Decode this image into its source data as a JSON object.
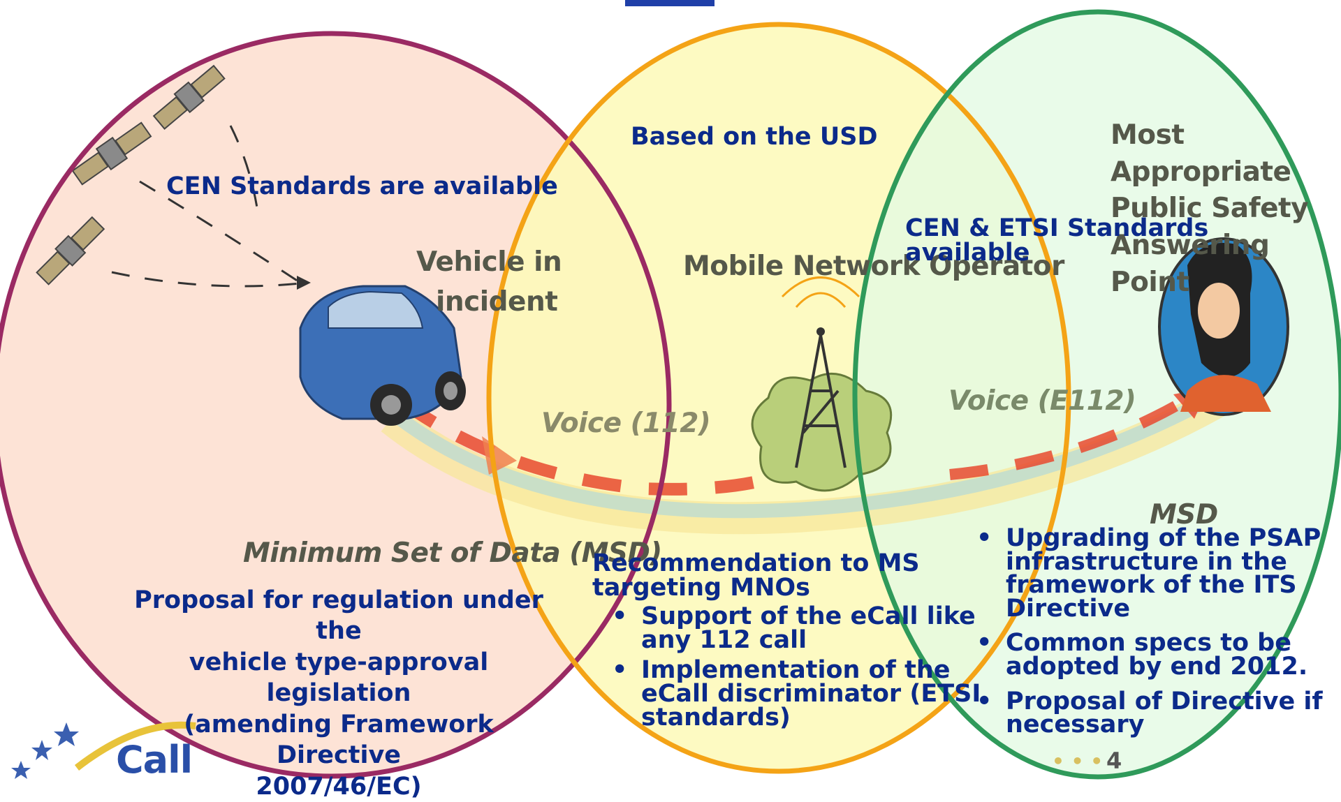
{
  "header_accent_color": "#1f3fa8",
  "circles": {
    "vehicle": {
      "fill": "#fde3d6",
      "stroke": "#9a2a63"
    },
    "network": {
      "fill": "#fdf9b9",
      "stroke": "#f4a316"
    },
    "psap": {
      "fill": "#e3fae3",
      "stroke": "#2f9a5a"
    }
  },
  "illustration": {
    "vehicle_label_line1": "Vehicle in",
    "vehicle_label_line2": "incident",
    "operator_label": "Mobile Network Operator",
    "psap_label_line1": "Most Appropriate",
    "psap_label_line2": "Public Safety",
    "psap_label_line3": "Answering Point",
    "voice_left": "Voice (112)",
    "voice_right": "Voice (E112)",
    "msd_right": "MSD",
    "msd_left": "Minimum Set of Data (MSD)"
  },
  "vehicle_section": {
    "standards": "CEN Standards are available",
    "proposal_line1": "Proposal for regulation under the",
    "proposal_line2": "vehicle type-approval legislation",
    "proposal_line3": "(amending Framework Directive",
    "proposal_line4": "2007/46/EC)"
  },
  "network_section": {
    "basis": "Based on the USD",
    "recommendation_line1": "Recommendation to MS",
    "recommendation_line2": "targeting MNOs",
    "bullets": [
      {
        "line1": "Support of the eCall like",
        "line2": "any 112 call"
      },
      {
        "line1": "Implementation of the",
        "line2": "eCall discriminator  (ETSI",
        "line3": "standards)"
      }
    ]
  },
  "psap_section": {
    "standards": "CEN & ETSI Standards available",
    "bullets": [
      {
        "line1": "Upgrading of the PSAP",
        "line2": "infrastructure in the",
        "line3": "framework of the ITS",
        "line4": "Directive"
      },
      {
        "line1": "Common specs to be",
        "line2": "adopted by end 2012."
      },
      {
        "line1": "Proposal of Directive if",
        "line2": "necessary"
      }
    ]
  },
  "footer": {
    "dots": "• • •",
    "page_number": "4",
    "logo_text": "Call"
  }
}
